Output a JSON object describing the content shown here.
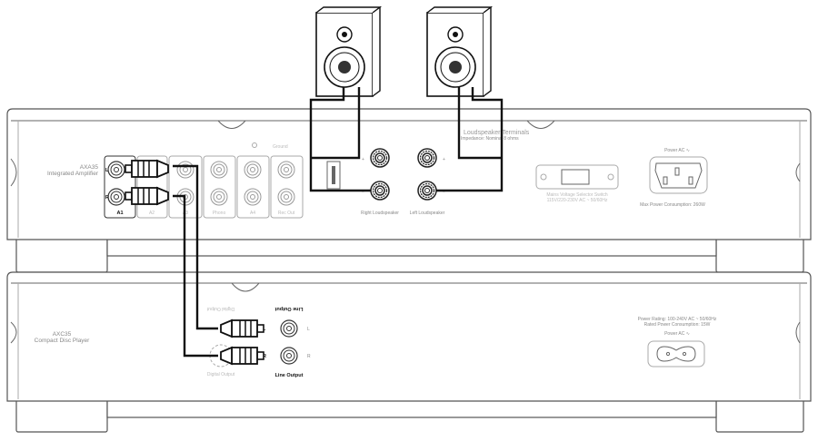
{
  "amplifier": {
    "model": "AXA35",
    "type": "Integrated Amplifier",
    "inputs": [
      "A1",
      "A2",
      "A3",
      "Phono",
      "A4",
      "Rec Out"
    ],
    "ground_label": "Ground",
    "channel_left": "L",
    "channel_right": "R",
    "speaker_terminals_title": "Loudspeaker Terminals",
    "speaker_impedance": "Impedance: Nominal 8 ohms",
    "right_speaker_label": "Right Loudspeaker",
    "left_speaker_label": "Left Loudspeaker",
    "plus": "+",
    "minus": "−",
    "voltage_switch_title": "Mains Voltage Selector Switch",
    "voltage_switch_spec": "115V/220-230V AC ~ 50/60Hz",
    "power_label": "Power AC ∿",
    "max_power": "Max Power Consumption: 260W"
  },
  "cd_player": {
    "model": "AXC35",
    "type": "Compact Disc Player",
    "digital_output": "Digital Output",
    "line_output": "Line Output",
    "channel_left": "L",
    "channel_right": "R",
    "power_rating": "Power Rating: 100-240V AC ~ 50/60Hz",
    "rated_power": "Rated Power Consumption: 15W",
    "power_label": "Power AC ∿"
  },
  "colors": {
    "wire": "#111111",
    "panel_line": "#555555",
    "label": "#888888"
  }
}
